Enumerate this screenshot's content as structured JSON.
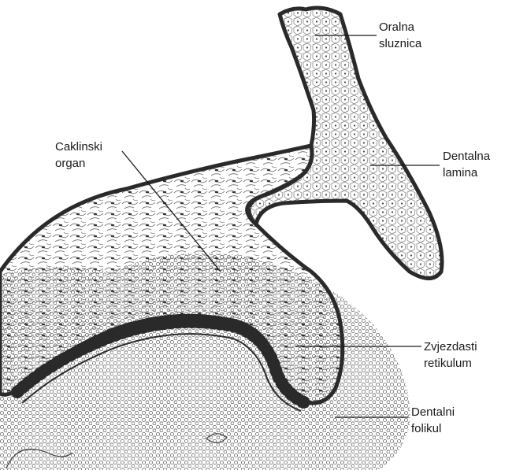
{
  "diagram": {
    "labels": {
      "oralna_sluznica": [
        "Oralna",
        "sluznica"
      ],
      "caklinski_organ": [
        "Caklinski",
        "organ"
      ],
      "dentalna_lamina": [
        "Dentalna",
        "lamina"
      ],
      "zvjezdasti_retikulum": [
        "Zvjezdasti",
        "retikulum"
      ],
      "dentalni_folikul": [
        "Dentalni",
        "folikul"
      ]
    },
    "colors": {
      "outline": "#2a2a2a",
      "cell_line": "#555555",
      "nucleus": "#3a3a3a",
      "background": "#ffffff"
    }
  }
}
